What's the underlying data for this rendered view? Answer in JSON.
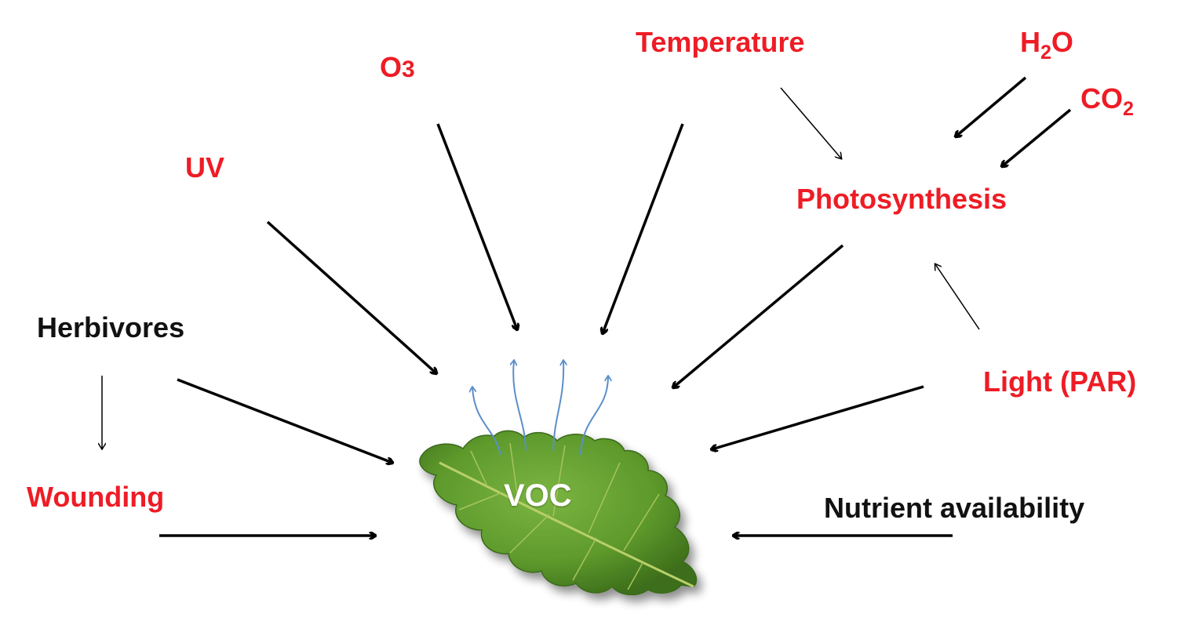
{
  "labels": {
    "temperature": "Temperature",
    "h2o_main": "H",
    "h2o_sub": "2",
    "h2o_tail": "O",
    "co2_main": "CO",
    "co2_sub": "2",
    "o3_main": "O",
    "o3_sub": "3",
    "uv": "UV",
    "photosynthesis": "Photosynthesis",
    "herbivores": "Herbivores",
    "wounding": "Wounding",
    "light": "Light (PAR)",
    "nutrient": "Nutrient availability",
    "voc": "VOC"
  },
  "colors": {
    "factor_red": "#ee1c25",
    "factor_black": "#111111",
    "arrow_black": "#000000",
    "emission_blue": "#5b8fc9",
    "leaf_green": "#5e9a2c"
  }
}
